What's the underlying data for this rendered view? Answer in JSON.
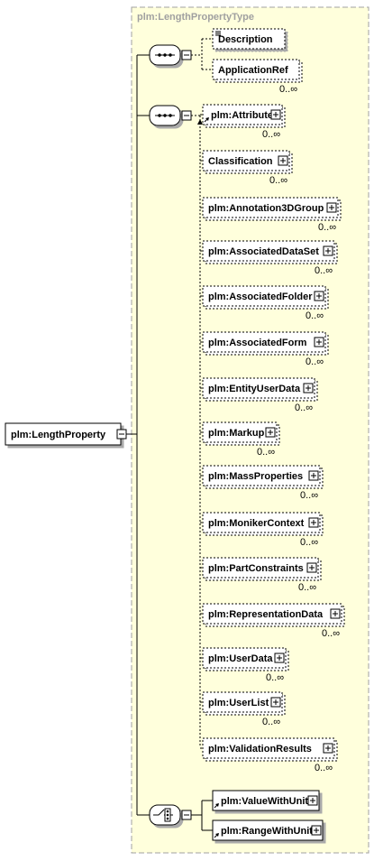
{
  "diagram": {
    "type_name": "plm:LengthPropertyType",
    "root_element": "plm:LengthProperty",
    "sequence_one": {
      "items": [
        {
          "label": "Description",
          "multiplicity": ""
        },
        {
          "label": "ApplicationRef",
          "multiplicity": "0..∞"
        }
      ]
    },
    "sequence_two": {
      "items": [
        {
          "label": "plm:Attribute",
          "multiplicity": "0..∞",
          "ref": true
        },
        {
          "label": "Classification",
          "multiplicity": "0..∞",
          "ref": false
        },
        {
          "label": "plm:Annotation3DGroup",
          "multiplicity": "0..∞",
          "ref": false
        },
        {
          "label": "plm:AssociatedDataSet",
          "multiplicity": "0..∞",
          "ref": false
        },
        {
          "label": "plm:AssociatedFolder",
          "multiplicity": "0..∞",
          "ref": false
        },
        {
          "label": "plm:AssociatedForm",
          "multiplicity": "0..∞",
          "ref": false
        },
        {
          "label": "plm:EntityUserData",
          "multiplicity": "0..∞",
          "ref": false
        },
        {
          "label": "plm:Markup",
          "multiplicity": "0..∞",
          "ref": false
        },
        {
          "label": "plm:MassProperties",
          "multiplicity": "0..∞",
          "ref": false
        },
        {
          "label": "plm:MonikerContext",
          "multiplicity": "0..∞",
          "ref": false
        },
        {
          "label": "plm:PartConstraints",
          "multiplicity": "0..∞",
          "ref": false
        },
        {
          "label": "plm:RepresentationData",
          "multiplicity": "0..∞",
          "ref": false
        },
        {
          "label": "plm:UserData",
          "multiplicity": "0..∞",
          "ref": false
        },
        {
          "label": "plm:UserList",
          "multiplicity": "0..∞",
          "ref": false
        },
        {
          "label": "plm:ValidationResults",
          "multiplicity": "0..∞",
          "ref": false
        }
      ]
    },
    "choice": {
      "items": [
        {
          "label": "plm:ValueWithUnit",
          "multiplicity": ""
        },
        {
          "label": "plm:RangeWithUnit",
          "multiplicity": ""
        }
      ]
    },
    "colors": {
      "type_box_fill": "#ffffdc",
      "type_box_border": "#a0a0a0",
      "line": "#000000"
    }
  }
}
